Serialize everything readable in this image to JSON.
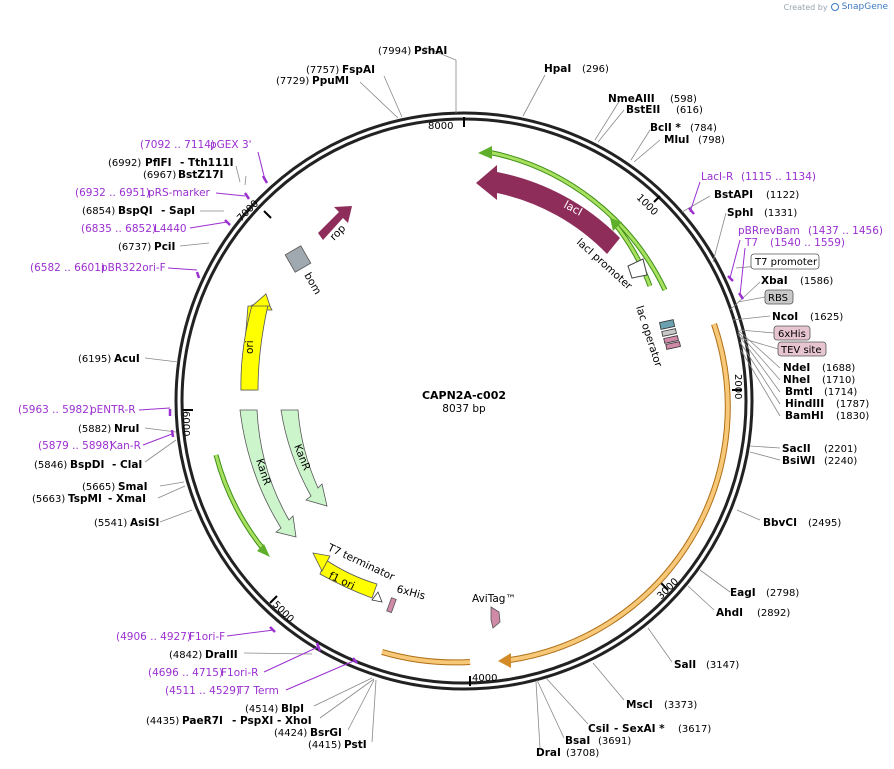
{
  "credit": {
    "created_by": "Created by",
    "brand": "SnapGene"
  },
  "plasmid": {
    "name": "CAPN2A-c002",
    "length_label": "8037 bp",
    "length": 8037
  },
  "tick_labels": [
    {
      "text": "1000",
      "pos": 1000
    },
    {
      "text": "2000",
      "pos": 2000
    },
    {
      "text": "3000",
      "pos": 3000
    },
    {
      "text": "4000",
      "pos": 4000
    },
    {
      "text": "5000",
      "pos": 5000
    },
    {
      "text": "6000",
      "pos": 6000
    },
    {
      "text": "7000",
      "pos": 7000
    },
    {
      "text": "8000",
      "pos": 8000
    }
  ],
  "enzymes": [
    {
      "name": "PshAI",
      "site": "(7994)"
    },
    {
      "name": "HpaI",
      "site": "(296)"
    },
    {
      "name": "FspAI",
      "site": "(7757)"
    },
    {
      "name": "PpuMI",
      "site": "(7729)"
    },
    {
      "name": "NmeAIII",
      "site": "(598)"
    },
    {
      "name": "BstEII",
      "site": "(616)"
    },
    {
      "name": "BclI *",
      "site": "(784)"
    },
    {
      "name": "MluI",
      "site": "(798)"
    },
    {
      "name": "PflFI",
      "extra": "- Tth111I",
      "site": "(6992)"
    },
    {
      "name": "BstZ17I",
      "site": "(6967)"
    },
    {
      "name": "BstAPI",
      "site": "(1122)"
    },
    {
      "name": "BspQI",
      "extra": "- SapI",
      "site": "(6854)"
    },
    {
      "name": "SphI",
      "site": "(1331)"
    },
    {
      "name": "PciI",
      "site": "(6737)"
    },
    {
      "name": "XbaI",
      "site": "(1586)"
    },
    {
      "name": "NcoI",
      "site": "(1625)"
    },
    {
      "name": "AcuI",
      "site": "(6195)"
    },
    {
      "name": "NdeI",
      "site": "(1688)"
    },
    {
      "name": "NheI",
      "site": "(1710)"
    },
    {
      "name": "BmtI",
      "site": "(1714)"
    },
    {
      "name": "HindIII",
      "site": "(1787)"
    },
    {
      "name": "BamHI",
      "site": "(1830)"
    },
    {
      "name": "NruI",
      "site": "(5882)"
    },
    {
      "name": "BspDI",
      "extra": "- ClaI",
      "site": "(5846)"
    },
    {
      "name": "SacII",
      "site": "(2201)"
    },
    {
      "name": "BsiWI",
      "site": "(2240)"
    },
    {
      "name": "SmaI",
      "site": "(5665)"
    },
    {
      "name": "TspMI",
      "extra": "- XmaI",
      "site": "(5663)"
    },
    {
      "name": "BbvCI",
      "site": "(2495)"
    },
    {
      "name": "AsiSI",
      "site": "(5541)"
    },
    {
      "name": "EagI",
      "site": "(2798)"
    },
    {
      "name": "AhdI",
      "site": "(2892)"
    },
    {
      "name": "DraIII",
      "site": "(4842)"
    },
    {
      "name": "SalI",
      "site": "(3147)"
    },
    {
      "name": "MscI",
      "site": "(3373)"
    },
    {
      "name": "BlpI",
      "site": "(4514)"
    },
    {
      "name": "PaeR7I",
      "extra": "- PspXI  - XhoI",
      "site": "(4435)"
    },
    {
      "name": "BsrGI",
      "site": "(4424)"
    },
    {
      "name": "PstI",
      "site": "(4415)"
    },
    {
      "name": "CsiI",
      "extra": "- SexAI *",
      "site": "(3617)"
    },
    {
      "name": "BsaI",
      "site": "(3691)"
    },
    {
      "name": "DraI",
      "site": "(3708)"
    }
  ],
  "primers": [
    {
      "name": "pGEX 3'",
      "range": "(7092 .. 7114)"
    },
    {
      "name": "pRS-marker",
      "range": "(6932 .. 6951)"
    },
    {
      "name": "L4440",
      "range": "(6835 .. 6852)"
    },
    {
      "name": "pBR322ori-F",
      "range": "(6582 .. 6601)"
    },
    {
      "name": "pENTR-R",
      "range": "(5963 .. 5982)"
    },
    {
      "name": "Kan-R",
      "range": "(5879 .. 5898)"
    },
    {
      "name": "F1ori-F",
      "range": "(4906 .. 4927)"
    },
    {
      "name": "F1ori-R",
      "range": "(4696 .. 4715)"
    },
    {
      "name": "T7 Term",
      "range": "(4511 .. 4529)"
    },
    {
      "name": "LacI-R",
      "range": "(1115 .. 1134)"
    },
    {
      "name": "pBRrevBam",
      "range": "(1437 .. 1456)"
    },
    {
      "name": "T7",
      "range": "(1540 .. 1559)"
    }
  ],
  "boxed_features": [
    {
      "name": "T7 promoter",
      "fill": "#ffffff"
    },
    {
      "name": "RBS",
      "fill": "#c8c8c8"
    },
    {
      "name": "6xHis",
      "fill": "#e6c4d0"
    },
    {
      "name": "TEV site",
      "fill": "#e6c4d0"
    }
  ],
  "features": {
    "laci": "lacI",
    "laci_promoter": "lacI promoter",
    "lac_operator": "lac operator",
    "rop": "rop",
    "bom": "bom",
    "ori": "ori",
    "kanr_1": "KanR",
    "kanr_2": "KanR",
    "t7_terminator": "T7 terminator",
    "f1_ori": "f1 ori",
    "his_tag": "6xHis",
    "avitag": "AviTag™"
  },
  "colors": {
    "backbone": "#222222",
    "laci": "#8e2d5a",
    "green_arrow": "#5fae2a",
    "orange_arrow": "#e0a040",
    "ori": "#ffff00",
    "kanr": "#ccf5cc",
    "bom": "#a0a8b0",
    "primer": "#9b30d0",
    "tag": "#d08aa8"
  }
}
